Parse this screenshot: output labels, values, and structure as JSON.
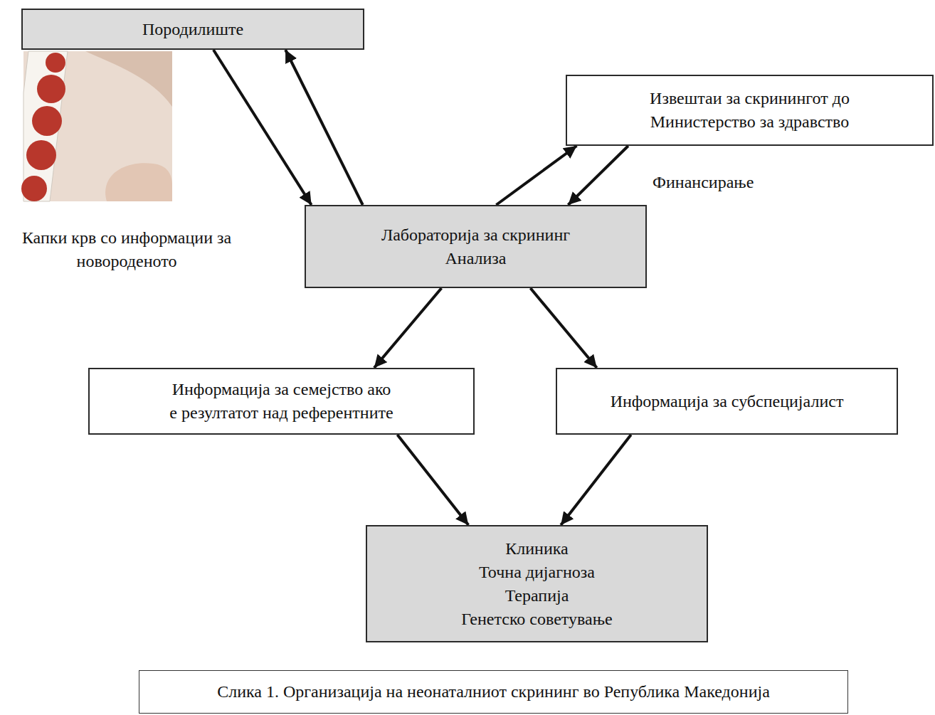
{
  "diagram": {
    "caption": "Слика 1. Организација на неонаталниот скрининг во Република Македонија",
    "nodes": [
      {
        "text": [
          "Породилиште"
        ]
      },
      {
        "text": [
          "Извештаи за скринингот до Министерство за здравство"
        ]
      },
      {
        "text": [
          "Лабораторија за скрининг",
          "Анализа"
        ]
      },
      {
        "text": [
          "Информација за семејство ако е резултатот над референтните"
        ]
      },
      {
        "text": [
          "Информација за субспецијалист"
        ]
      },
      {
        "text": [
          "Клиника",
          "Точна дијагноза",
          "Терапија",
          "Генетско советување"
        ]
      }
    ],
    "edges": [
      {
        "from": 0,
        "to": 2,
        "arrow": "to"
      },
      {
        "from": 2,
        "to": 0,
        "arrow": "to"
      },
      {
        "from": 2,
        "to": 1,
        "arrow": "to"
      },
      {
        "from": 1,
        "to": 2,
        "label": "Финансирање",
        "arrow": "to"
      },
      {
        "from": 2,
        "to": 3,
        "arrow": "to"
      },
      {
        "from": 2,
        "to": 4,
        "arrow": "to"
      },
      {
        "from": 3,
        "to": 5,
        "arrow": "to"
      },
      {
        "from": 4,
        "to": 5,
        "arrow": "to"
      }
    ],
    "labels": [
      "Капки крв со информации за новороденото"
    ]
  }
}
